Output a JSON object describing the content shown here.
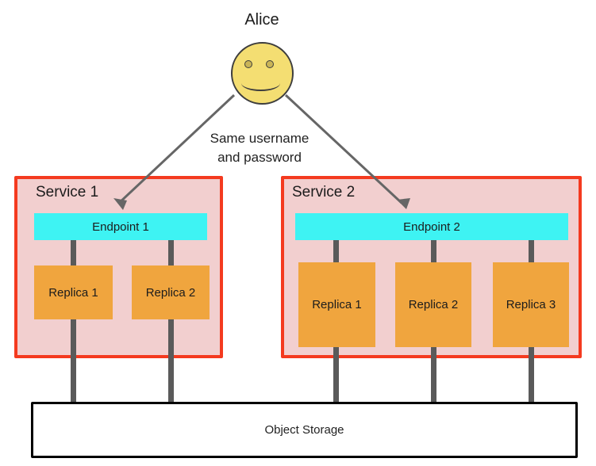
{
  "user": {
    "label": "Alice",
    "icon": "smiley-face-icon"
  },
  "annotation": {
    "line1": "Same username",
    "line2": "and password"
  },
  "services": [
    {
      "name": "Service 1",
      "endpoint": "Endpoint 1",
      "replicas": [
        "Replica 1",
        "Replica 2"
      ]
    },
    {
      "name": "Service 2",
      "endpoint": "Endpoint 2",
      "replicas": [
        "Replica 1",
        "Replica 2",
        "Replica 3"
      ]
    }
  ],
  "storage": {
    "label": "Object Storage"
  },
  "colors": {
    "pink": "#f2cfcf",
    "red": "#f43a1f",
    "cyan": "#3ef3f3",
    "orange": "#f0a53e",
    "line-gray": "#5a5a5a",
    "arrow-gray": "#666666",
    "face-yellow": "#f4de72",
    "face-outline": "#3d3d3d",
    "eye-fill": "#c9b457",
    "text-dark": "#1c1c1c"
  }
}
